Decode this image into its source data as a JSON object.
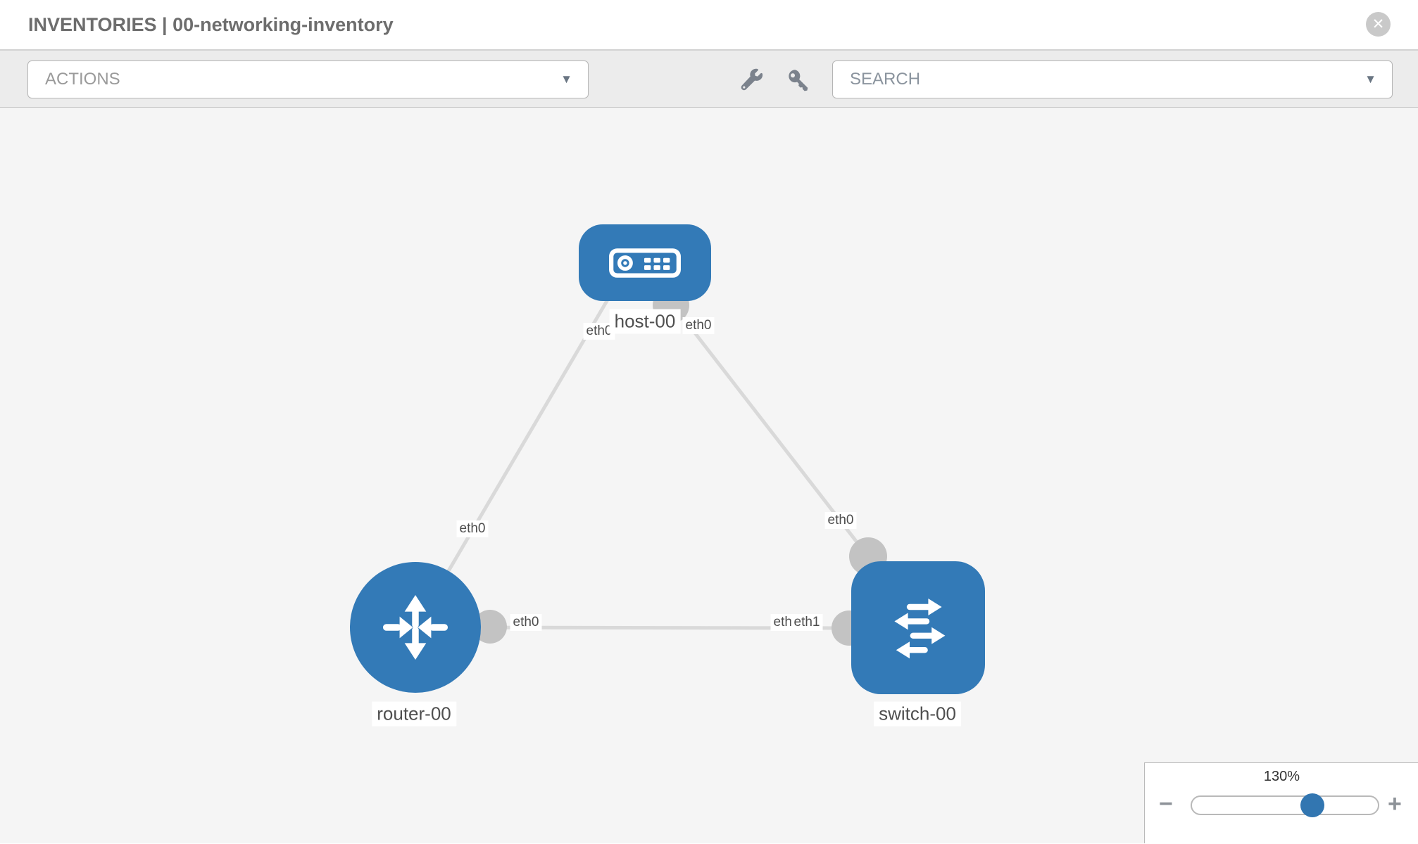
{
  "header": {
    "title": "INVENTORIES | 00-networking-inventory",
    "close_icon_glyph": "✕"
  },
  "toolbar": {
    "actions_label": "ACTIONS",
    "search_placeholder": "SEARCH",
    "caret_glyph": "▼",
    "icons": {
      "wrench": "wrench-icon",
      "key": "key-icon"
    }
  },
  "topology": {
    "nodes": [
      {
        "id": "host-00",
        "label": "host-00",
        "type": "host"
      },
      {
        "id": "router-00",
        "label": "router-00",
        "type": "router"
      },
      {
        "id": "switch-00",
        "label": "switch-00",
        "type": "switch"
      }
    ],
    "links": [
      {
        "from": "host-00",
        "to": "router-00",
        "from_interface": "eth0",
        "to_interface": "eth0"
      },
      {
        "from": "host-00",
        "to": "switch-00",
        "from_interface": "eth0",
        "to_interface": "eth0"
      },
      {
        "from": "router-00",
        "to": "switch-00",
        "from_interface": "eth0",
        "to_interface": "eth1",
        "overlapped_interface": "eth0"
      }
    ],
    "colors": {
      "node_blue": "#337ab7",
      "link_gray": "#d9d9d9",
      "port_gray": "#c3c3c3",
      "canvas_bg": "#f5f5f5"
    }
  },
  "zoom_control": {
    "level": "130%",
    "minus_glyph": "−",
    "plus_glyph": "+"
  }
}
